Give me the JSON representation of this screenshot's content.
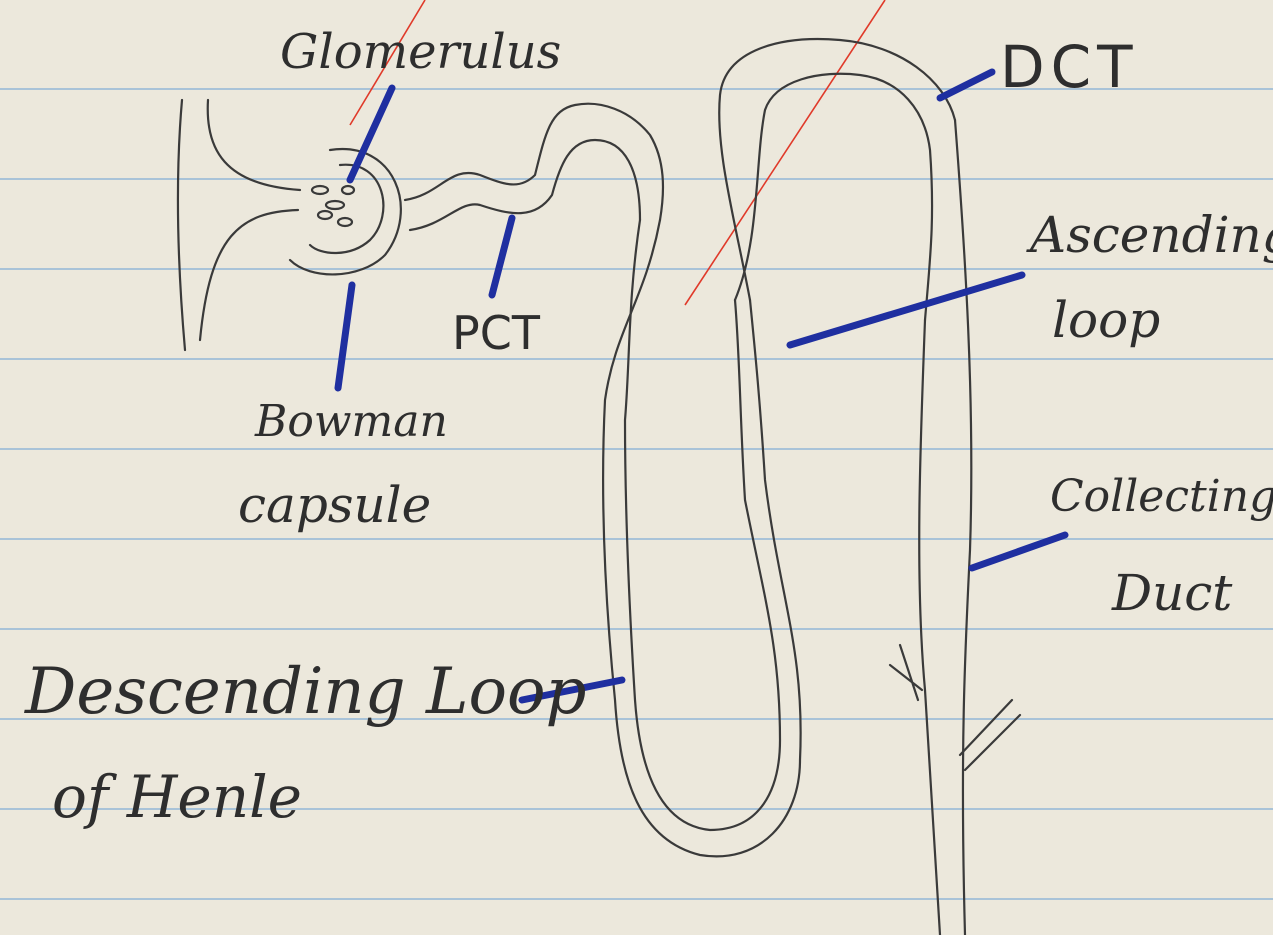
{
  "labels": {
    "glomerulus": "Glomerulus",
    "dct": "DCT",
    "ascending_loop_line1": "Ascending",
    "ascending_loop_line2": "loop",
    "pct": "PCT",
    "bowman_line1": "Bowman",
    "bowman_line2": "capsule",
    "collecting_line1": "Collecting",
    "collecting_line2": "Duct",
    "descending_line1": "Descending Loop",
    "descending_line2": "of Henle"
  },
  "colors": {
    "paper": "#ece8dc",
    "ruled_line": "#a9c3d8",
    "pencil": "#3a3a3a",
    "leader_ink": "#1f2fa0",
    "margin_red": "#e03a2a"
  }
}
